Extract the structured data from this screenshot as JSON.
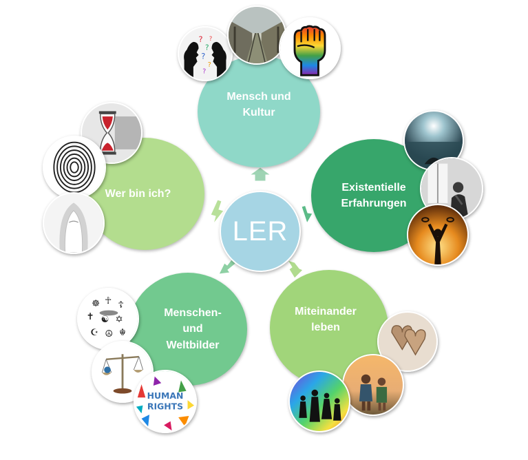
{
  "center": {
    "label": "LER",
    "color": "#a6d5e4"
  },
  "topics": {
    "kultur": {
      "label": "Mensch und\nKultur",
      "color": "#8fd8c8"
    },
    "exist": {
      "label": "Existentielle\nErfahrungen",
      "color": "#37a66b"
    },
    "wer": {
      "label": "Wer bin ich?",
      "color": "#b3dd8e"
    },
    "mensch": {
      "label": "Menschen-\nund\nWeltbilder",
      "color": "#72c98f"
    },
    "mit": {
      "label": "Miteinander\nleben",
      "color": "#a1d57a"
    }
  },
  "photos": {
    "kultur": [
      "silhouettes-question-marks-icon",
      "railway-track-icon",
      "rainbow-fist-icon"
    ],
    "exist": [
      "sunlit-sea-boat-icon",
      "sad-person-window-icon",
      "broken-chains-sunset-icon"
    ],
    "wer": [
      "hourglass-icon",
      "fingerprint-icon",
      "veiled-face-icon"
    ],
    "mensch": [
      "religious-symbols-icon",
      "balance-scale-icon",
      "human-rights-hands-icon"
    ],
    "mit": [
      "wooden-hearts-icon",
      "children-sunset-icon",
      "colorful-dancers-icon"
    ]
  },
  "photo_labels": {
    "human_rights": "HUMAN\nRIGHTS"
  }
}
